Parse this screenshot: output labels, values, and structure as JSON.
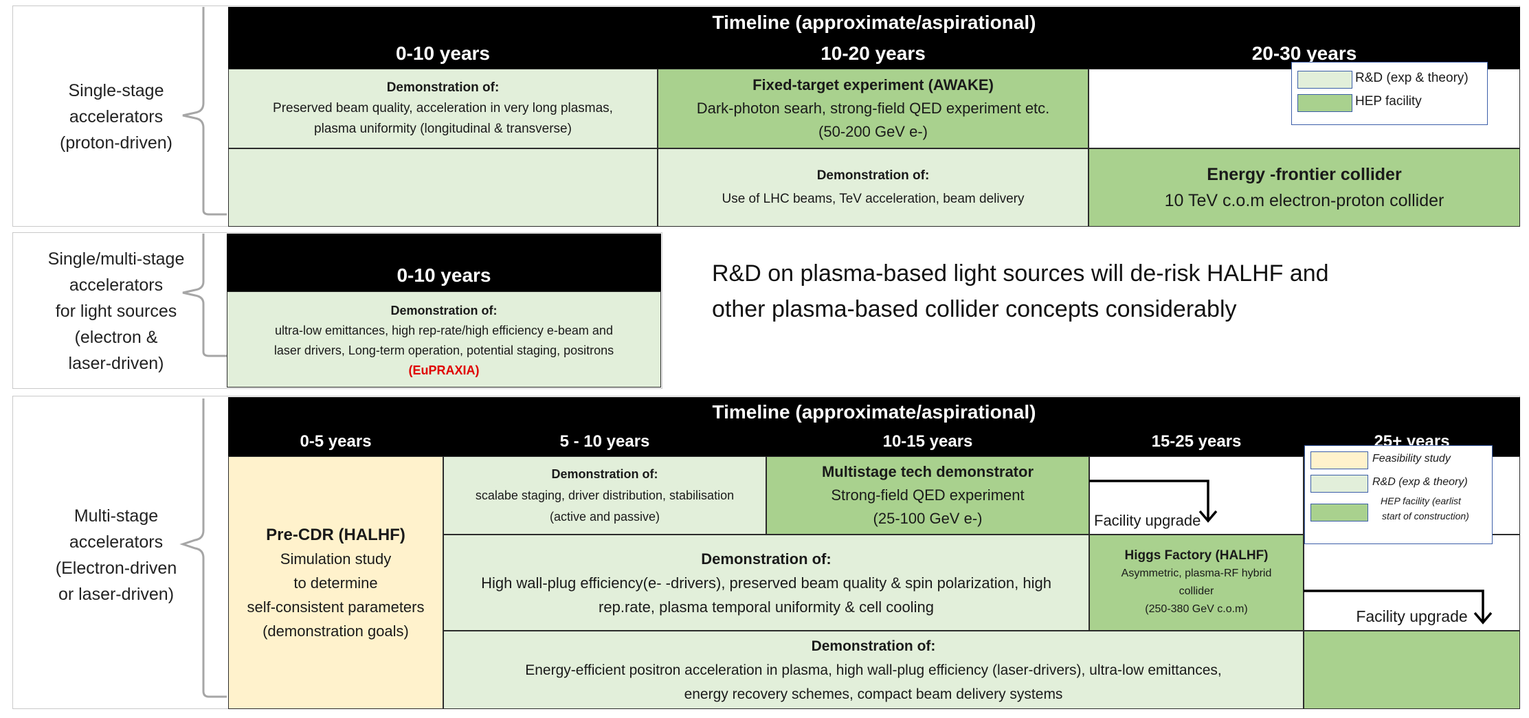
{
  "panel1": {
    "row_label": [
      "Single-stage",
      "accelerators",
      "(proton-driven)"
    ],
    "title": "Timeline (approximate/aspirational)",
    "columns": [
      "0-10 years",
      "10-20 years",
      "20-30 years"
    ],
    "cells": {
      "r1_c1": {
        "heading": "Demonstration of:",
        "lines": [
          "Preserved beam quality, acceleration in very long plasmas,",
          "plasma uniformity (longitudinal & transverse)"
        ]
      },
      "r1_c2": {
        "heading": "Fixed-target experiment (AWAKE)",
        "lines": [
          "Dark-photon searh, strong-field QED experiment etc.",
          "(50-200 GeV e-)"
        ]
      },
      "r2_c2": {
        "heading": "Demonstration of:",
        "lines": [
          "Use of LHC beams, TeV acceleration, beam delivery"
        ]
      },
      "r2_c3": {
        "heading": "Energy -frontier collider",
        "lines": [
          "10 TeV c.o.m electron-proton collider"
        ]
      }
    },
    "legend": [
      "R&D (exp & theory)",
      "HEP facility"
    ]
  },
  "panel2": {
    "row_label": [
      "Single/multi-stage",
      "accelerators",
      "for light sources",
      "(electron &",
      "laser-driven)"
    ],
    "column": "0-10 years",
    "cell": {
      "heading": "Demonstration of:",
      "lines": [
        "ultra-low emittances, high rep-rate/high efficiency e-beam and",
        "laser drivers, Long-term operation, potential staging, positrons"
      ],
      "highlight": "(EuPRAXIA)"
    },
    "note": [
      "R&D on plasma-based light sources will de-risk HALHF and",
      "other plasma-based collider concepts considerably"
    ]
  },
  "panel3": {
    "row_label": [
      "Multi-stage",
      "accelerators",
      "(Electron-driven",
      "or laser-driven)"
    ],
    "title": "Timeline (approximate/aspirational)",
    "columns": [
      "0-5 years",
      "5 - 10 years",
      "10-15 years",
      "15-25 years",
      "25+ years"
    ],
    "cells": {
      "precdr": {
        "heading": "Pre-CDR (HALHF)",
        "lines": [
          "Simulation study",
          "to determine",
          "self-consistent parameters",
          "(demonstration goals)"
        ]
      },
      "r1_c2": {
        "heading": "Demonstration of:",
        "lines": [
          "scalabe staging, driver distribution, stabilisation",
          "(active and passive)"
        ]
      },
      "r1_c3": {
        "heading": "Multistage tech demonstrator",
        "lines": [
          "Strong-field QED experiment",
          "(25-100 GeV e-)"
        ]
      },
      "r1_c4": {
        "text": "Facility upgrade"
      },
      "r2_c23": {
        "heading": "Demonstration of:",
        "lines": [
          "High wall-plug efficiency(e- -drivers), preserved beam quality & spin polarization, high",
          "rep.rate, plasma temporal uniformity & cell cooling"
        ]
      },
      "r2_c4": {
        "heading": "Higgs Factory (HALHF)",
        "lines": [
          "Asymmetric, plasma-RF hybrid",
          "collider",
          "(250-380 GeV c.o.m)"
        ]
      },
      "r2_c5": {
        "text": "Facility upgrade"
      },
      "r3_c24": {
        "heading": "Demonstration of:",
        "lines": [
          "Energy-efficient positron acceleration in plasma, high wall-plug efficiency (laser-drivers), ultra-low emittances,",
          "energy recovery schemes, compact beam delivery systems"
        ]
      }
    },
    "legend": [
      "Feasibility study",
      "R&D (exp & theory)",
      "HEP facility (earlist",
      "start of construction)"
    ]
  },
  "colors": {
    "rd": "#e2efda",
    "hep": "#a9d18e",
    "feasibility": "#fff2cc",
    "header": "#000000",
    "highlight": "#e00000",
    "legend_border": "#3b5ea8"
  }
}
